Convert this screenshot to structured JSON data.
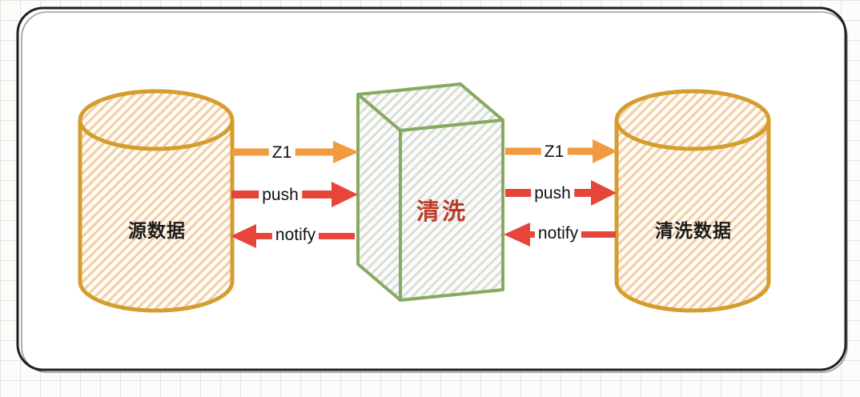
{
  "diagram": {
    "nodes": {
      "source": {
        "label": "源数据",
        "shape": "cylinder"
      },
      "cleaner": {
        "label": "清洗",
        "shape": "box"
      },
      "target": {
        "label": "清洗数据",
        "shape": "cylinder"
      }
    },
    "edges": {
      "left_z1": {
        "label": "Z1",
        "from": "source",
        "to": "cleaner",
        "color_role": "orange"
      },
      "left_push": {
        "label": "push",
        "from": "source",
        "to": "cleaner",
        "color_role": "red"
      },
      "left_notify": {
        "label": "notify",
        "from": "cleaner",
        "to": "source",
        "color_role": "red"
      },
      "right_z1": {
        "label": "Z1",
        "from": "cleaner",
        "to": "target",
        "color_role": "orange"
      },
      "right_push": {
        "label": "push",
        "from": "cleaner",
        "to": "target",
        "color_role": "red"
      },
      "right_notify": {
        "label": "notify",
        "from": "target",
        "to": "cleaner",
        "color_role": "red"
      }
    },
    "colors": {
      "frame_stroke": "#1f1f1f",
      "cylinder_stroke": "#d49d2e",
      "cylinder_hatch": "#f3cfa6",
      "box_stroke": "#85aa60",
      "box_hatch": "#d9ded8",
      "orange_arrow": "#f29a3f",
      "red_arrow": "#e8453a",
      "cleaner_text": "#c0392b"
    }
  }
}
